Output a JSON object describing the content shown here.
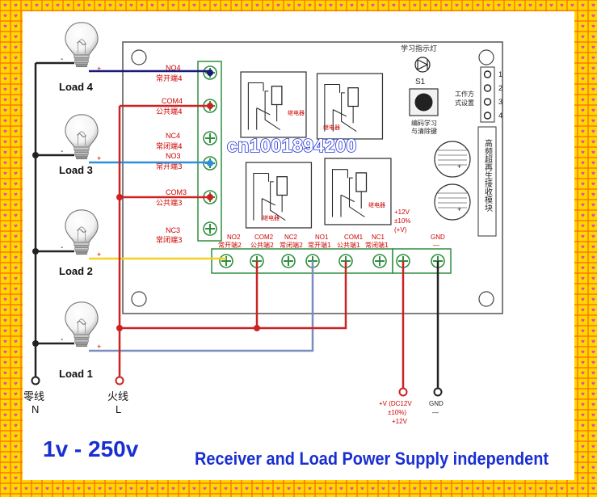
{
  "loads": [
    {
      "label": "Load 4"
    },
    {
      "label": "Load 3"
    },
    {
      "label": "Load 2"
    },
    {
      "label": "Load 1"
    }
  ],
  "terminals_left": [
    {
      "code": "NO4",
      "name": "常开端4"
    },
    {
      "code": "COM4",
      "name": "公共端4"
    },
    {
      "code": "NC4",
      "name": "常闭端4"
    },
    {
      "code": "NO3",
      "name": "常开端3"
    },
    {
      "code": "COM3",
      "name": "公共端3"
    },
    {
      "code": "NC3",
      "name": "常闭端3"
    }
  ],
  "terminals_bottom": [
    {
      "code": "NO2",
      "name": "常开端2"
    },
    {
      "code": "COM2",
      "name": "公共端2"
    },
    {
      "code": "NC2",
      "name": "常闭端2"
    },
    {
      "code": "NO1",
      "name": "常开端1"
    },
    {
      "code": "COM1",
      "name": "公共端1"
    },
    {
      "code": "NC1",
      "name": "常闭端1"
    }
  ],
  "power_terminal": {
    "line1": "+12V",
    "line2": "±10%",
    "line3": "(+V)"
  },
  "gnd_terminal": {
    "label": "GND",
    "minus": "—"
  },
  "led_label": "学习指示灯",
  "button": {
    "id": "S1",
    "caption_line1": "编码学习",
    "caption_line2": "与清除键"
  },
  "mode_setting": {
    "line1": "工作方",
    "line2": "式设置",
    "pins": [
      "1",
      "2",
      "3",
      "4"
    ]
  },
  "rf_module": {
    "text": "高频超再生接收模块"
  },
  "relay_label": "继电器",
  "watermark": "cn1001894200",
  "neutral": {
    "cn": "零线",
    "letter": "N"
  },
  "live": {
    "cn": "火线",
    "letter": "L"
  },
  "supply_v": {
    "line1": "+V (DC12V",
    "line2": "±10%)",
    "line3": "+12V"
  },
  "supply_gnd": {
    "label": "GND",
    "minus": "—"
  },
  "plus_sign": "+",
  "minus_sign": "-",
  "voltage_range": "1v - 250v",
  "footer_note": "Receiver and Load Power Supply independent",
  "colors": {
    "background": "#ffd700",
    "wire_red": "#cc2222",
    "wire_black": "#222222",
    "wire_blue": "#2e8fd6",
    "wire_yellow": "#f2d21b",
    "wire_navy": "#1a1a7a",
    "wire_grayblue": "#7a8cbf",
    "terminal_green": "#55c26a",
    "text_red": "#dd0000",
    "text_blue": "#1a2fd0"
  }
}
